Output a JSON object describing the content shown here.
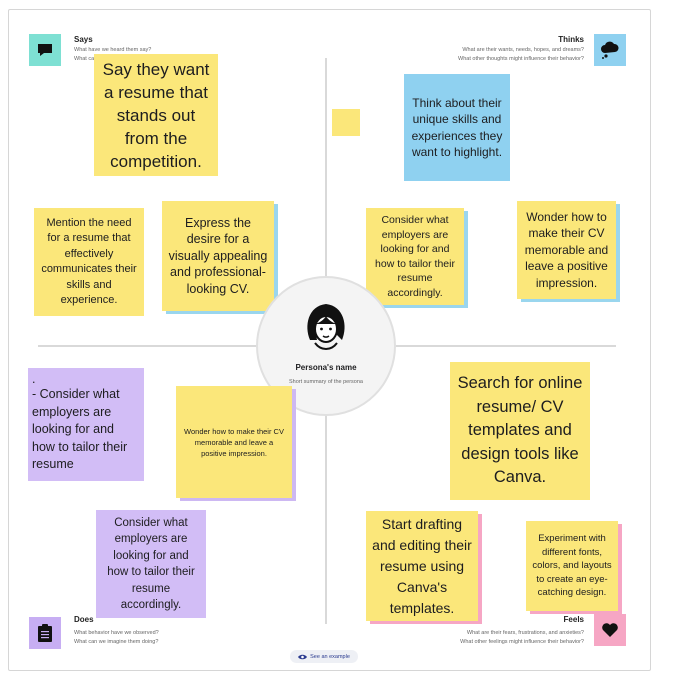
{
  "quadrants": {
    "says": {
      "title": "Says",
      "sub1": "What have we heard them say?",
      "sub2": "What can we imagine them saying?",
      "icon": "speech-bubble-icon",
      "color": "#7ee0d3"
    },
    "thinks": {
      "title": "Thinks",
      "sub1": "What are their wants, needs, hopes, and dreams?",
      "sub2": "What other thoughts might influence their behavior?",
      "icon": "thought-cloud-icon",
      "color": "#8fd1f0"
    },
    "does": {
      "title": "Does",
      "sub1": "What behavior have we observed?",
      "sub2": "What can we imagine them doing?",
      "icon": "clipboard-icon",
      "color": "#c7aef3"
    },
    "feels": {
      "title": "Feels",
      "sub1": "What are their fears, frustrations, and anxieties?",
      "sub2": "What other feelings might influence their behavior?",
      "icon": "heart-icon",
      "color": "#f6a6c4"
    }
  },
  "persona": {
    "name": "Persona's name",
    "summary": "Short summary of the persona"
  },
  "notes": {
    "says_main": "Say they want a resume that stands out from the competition.",
    "says_mention": "Mention the need for a resume that effectively communicates their skills and experience.",
    "says_express": "Express the desire for a visually appealing and professional-looking CV.",
    "thinks_unique": "Think about their unique skills and experiences they want to highlight.",
    "thinks_consider": "Consider what employers are looking for and how to tailor their resume accordingly.",
    "thinks_wonder": "Wonder how to make their CV memorable and leave a positive impression.",
    "does_consider_a": "- Consider what employers are looking for and how to tailor their resume",
    "does_dot": ".",
    "does_wonder": "Wonder how to make their CV memorable and leave a positive impression.",
    "does_consider_b": "Consider what employers are looking for and how to tailor their resume accordingly.",
    "feels_search": "Search for online resume/ CV templates and design tools like Canva.",
    "feels_drafting": "Start drafting and editing their resume using Canva's templates.",
    "feels_experiment": "Experiment with different fonts, colors, and layouts to create an eye-catching design."
  },
  "footer": {
    "example_label": "See an example",
    "example_icon": "eye-icon"
  }
}
